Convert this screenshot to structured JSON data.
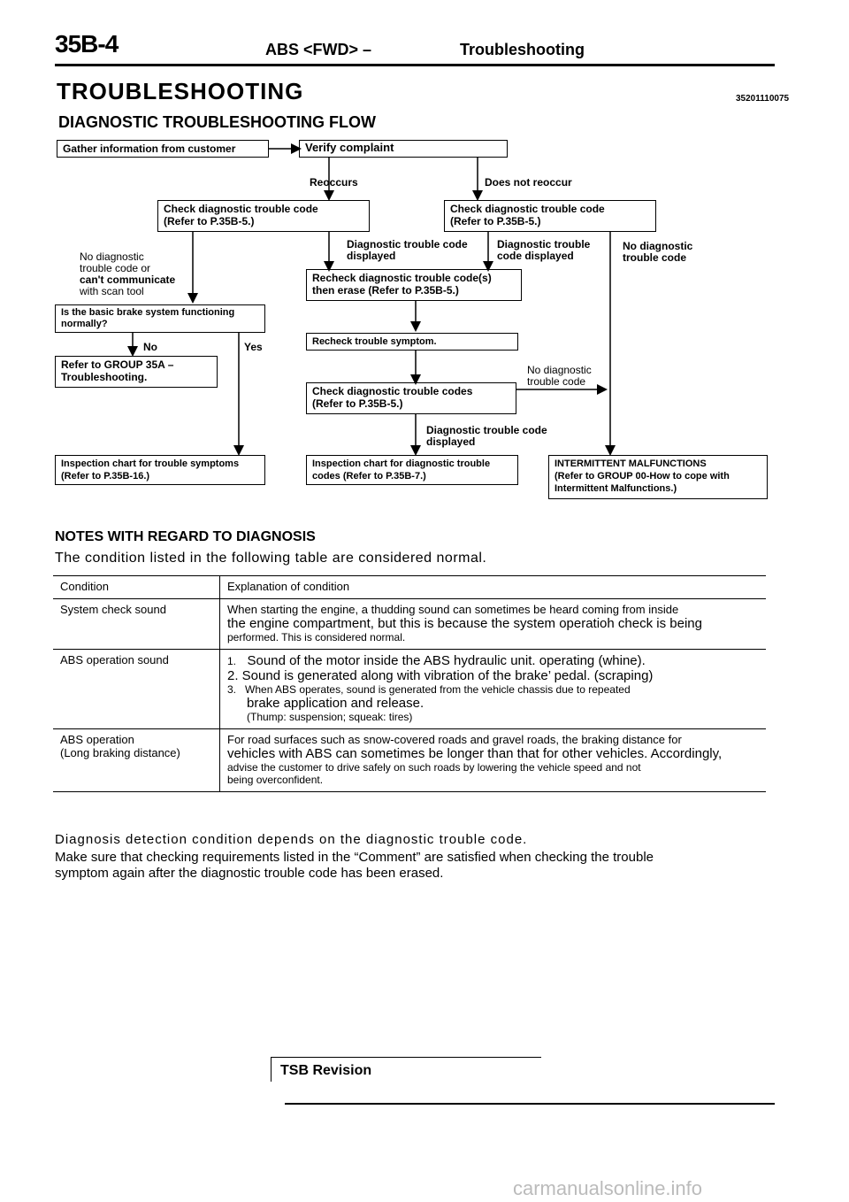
{
  "header": {
    "section_code": "35B-4",
    "section_title": "ABS <FWD> –",
    "topic": "Troubleshooting"
  },
  "page_title": "TROUBLESHOOTING",
  "page_code": "35201110075",
  "flow": {
    "title": "DIAGNOSTIC TROUBLESHOOTING FLOW",
    "gather": "Gather information from customer",
    "verify": "Verify complaint",
    "reoccurs": "Reoccurs",
    "does_not_reoccur": "Does not reoccur",
    "check_code_left_1": "Check diagnostic trouble code",
    "check_code_left_2": "(Refer to P.35B-5.)",
    "check_code_right_1": "Check diagnostic trouble code",
    "check_code_right_2": "(Refer to P.35B-5.)",
    "no_code_comm_1": "No diagnostic",
    "no_code_comm_2": "trouble code or",
    "no_code_comm_3": "can't communicate",
    "no_code_comm_4": "with scan tool",
    "code_displayed_a_1": "Diagnostic trouble code",
    "code_displayed_a_2": "displayed",
    "code_displayed_b_1": "Diagnostic trouble",
    "code_displayed_b_2": "code displayed",
    "no_code_right_1": "No diagnostic",
    "no_code_right_2": "trouble code",
    "recheck_erase_1": "Recheck diagnostic trouble code(s)",
    "recheck_erase_2": "then erase (Refer to P.35B-5.)",
    "basic_brake_1": "Is the basic brake system functioning",
    "basic_brake_2": "normally?",
    "no": "No",
    "yes": "Yes",
    "recheck_symptom": "Recheck trouble symptom.",
    "refer_35a_1": "Refer to GROUP 35A –",
    "refer_35a_2": "Troubleshooting.",
    "no_code_mid_1": "No diagnostic",
    "no_code_mid_2": "trouble code",
    "check_codes_1": "Check diagnostic trouble codes",
    "check_codes_2": "(Refer to P.35B-5.)",
    "code_displayed_c_1": "Diagnostic trouble code",
    "code_displayed_c_2": "displayed",
    "insp_symptoms_1": "Inspection chart for trouble symptoms",
    "insp_symptoms_2": "(Refer to P.35B-16.)",
    "insp_codes_1": "Inspection chart for diagnostic trouble",
    "insp_codes_2": "codes (Refer to P.35B-7.)",
    "intermittent_1": "INTERMITTENT MALFUNCTIONS",
    "intermittent_2": "(Refer to GROUP 00-How to cope with",
    "intermittent_3": "Intermittent Malfunctions.)"
  },
  "notes": {
    "heading": "NOTES WITH REGARD TO DIAGNOSIS",
    "intro": "The condition listed in the following table are considered normal.",
    "table": {
      "col_condition": "Condition",
      "col_explanation": "Explanation of condition",
      "row1_condition": "System check sound",
      "row1_text_a": "When starting the engine, a thudding sound can sometimes be heard coming from inside",
      "row1_text_b": "the engine compartment, but this is because the system operatioh check is being",
      "row1_text_c": "performed. This is considered normal.",
      "row2_condition": "ABS operation sound",
      "row2_item1_num": "1.",
      "row2_item1": "Sound of the motor inside the ABS hydraulic unit. operating (whine).",
      "row2_item2": "2. Sound is generated along with vibration of the brake’ pedal. (scraping)",
      "row2_item3_num": "3.",
      "row2_item3_a": "When ABS operates, sound is generated from the vehicle chassis due to repeated",
      "row2_item3_b": "brake application and release.",
      "row2_item3_c": "(Thump: suspension; squeak: tires)",
      "row3_condition_a": "ABS operation",
      "row3_condition_b": "(Long braking distance)",
      "row3_text_a": "For road surfaces such as snow-covered roads and gravel roads, the braking distance for",
      "row3_text_b": "vehicles with ABS can sometimes be longer than that for other vehicles. Accordingly,",
      "row3_text_c": "advise the customer to drive safely on such roads by lowering the vehicle speed and not",
      "row3_text_d": "being  overconfident."
    },
    "footer_1": "Diagnosis detection condition depends on the diagnostic trouble code.",
    "footer_2": "Make sure that checking requirements listed in the “Comment” are satisfied when checking the trouble",
    "footer_3": "symptom again after the diagnostic trouble code has been erased."
  },
  "tsb": "TSB Revision",
  "watermark": "carmanualsonline.info"
}
